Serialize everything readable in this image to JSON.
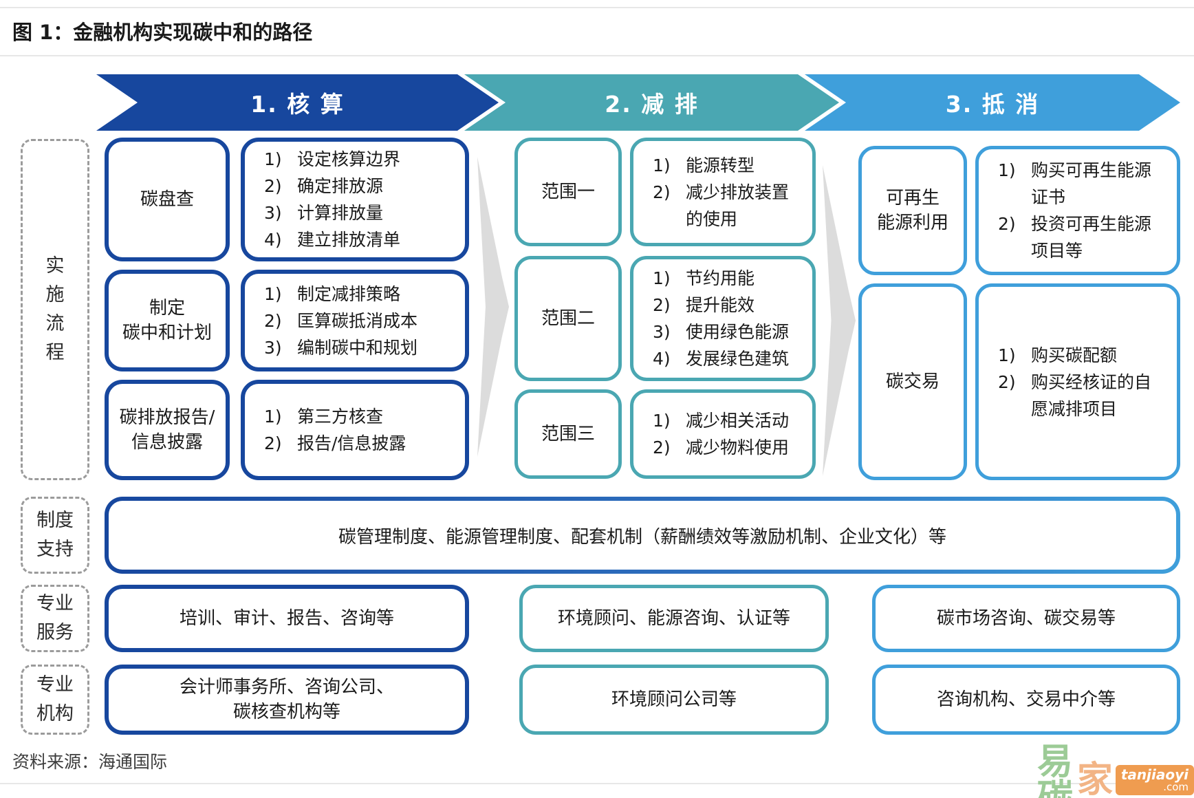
{
  "page": {
    "title": "图 1：金融机构实现碳中和的路径",
    "source": "资料来源：海通国际"
  },
  "colors": {
    "accounting": "#17479E",
    "reduction": "#4AA7B2",
    "offset": "#3F9FDB",
    "gray_arrow": "#dcdcdc"
  },
  "header_arrows": [
    {
      "label": "1. 核  算"
    },
    {
      "label": "2. 减  排"
    },
    {
      "label": "3. 抵  消"
    }
  ],
  "sidebar": {
    "implementation": "实\n施\n流\n程",
    "institution": "制度\n支持",
    "services": "专业\n服务",
    "agencies": "专业\n机构"
  },
  "columns": [
    {
      "name": "accounting",
      "rows": [
        {
          "label": "碳盘查",
          "items": [
            {
              "n": "1)",
              "t": "设定核算边界"
            },
            {
              "n": "2)",
              "t": "确定排放源"
            },
            {
              "n": "3)",
              "t": "计算排放量"
            },
            {
              "n": "4)",
              "t": "建立排放清单"
            }
          ]
        },
        {
          "label": "制定\n碳中和计划",
          "items": [
            {
              "n": "1)",
              "t": "制定减排策略"
            },
            {
              "n": "2)",
              "t": "匡算碳抵消成本"
            },
            {
              "n": "3)",
              "t": "编制碳中和规划"
            }
          ]
        },
        {
          "label": "碳排放报告/\n信息披露",
          "items": [
            {
              "n": "1)",
              "t": "第三方核查"
            },
            {
              "n": "2)",
              "t": "报告/信息披露"
            }
          ]
        }
      ]
    },
    {
      "name": "reduction",
      "rows": [
        {
          "label": "范围一",
          "items": [
            {
              "n": "1)",
              "t": "能源转型"
            },
            {
              "n": "2)",
              "t": "减少排放装置\n的使用"
            }
          ]
        },
        {
          "label": "范围二",
          "items": [
            {
              "n": "1)",
              "t": "节约用能"
            },
            {
              "n": "2)",
              "t": "提升能效"
            },
            {
              "n": "3)",
              "t": "使用绿色能源"
            },
            {
              "n": "4)",
              "t": "发展绿色建筑"
            }
          ]
        },
        {
          "label": "范围三",
          "items": [
            {
              "n": "1)",
              "t": "减少相关活动"
            },
            {
              "n": "2)",
              "t": "减少物料使用"
            }
          ]
        }
      ]
    },
    {
      "name": "offset",
      "rows": [
        {
          "label": "可再生\n能源利用",
          "items": [
            {
              "n": "1)",
              "t": "购买可再生能源\n证书"
            },
            {
              "n": "2)",
              "t": "投资可再生能源\n项目等"
            }
          ]
        },
        {
          "label": "碳交易",
          "items": [
            {
              "n": "1)",
              "t": "购买碳配额"
            },
            {
              "n": "2)",
              "t": "购买经核证的自\n愿减排项目"
            }
          ]
        }
      ]
    }
  ],
  "support_row": {
    "text": "碳管理制度、能源管理制度、配套机制（薪酬绩效等激励机制、企业文化）等"
  },
  "services_row": [
    {
      "text": "培训、审计、报告、咨询等"
    },
    {
      "text": "环境顾问、能源咨询、认证等"
    },
    {
      "text": "碳市场咨询、碳交易等"
    }
  ],
  "agencies_row": [
    {
      "text": "会计师事务所、咨询公司、\n碳核查机构等"
    },
    {
      "text": "环境顾问公司等"
    },
    {
      "text": "咨询机构、交易中介等"
    }
  ],
  "watermark": {
    "green_text": "易碳",
    "orange_text": "家",
    "badge_line1": "tanjiaoyi",
    "badge_line2": ".com"
  }
}
